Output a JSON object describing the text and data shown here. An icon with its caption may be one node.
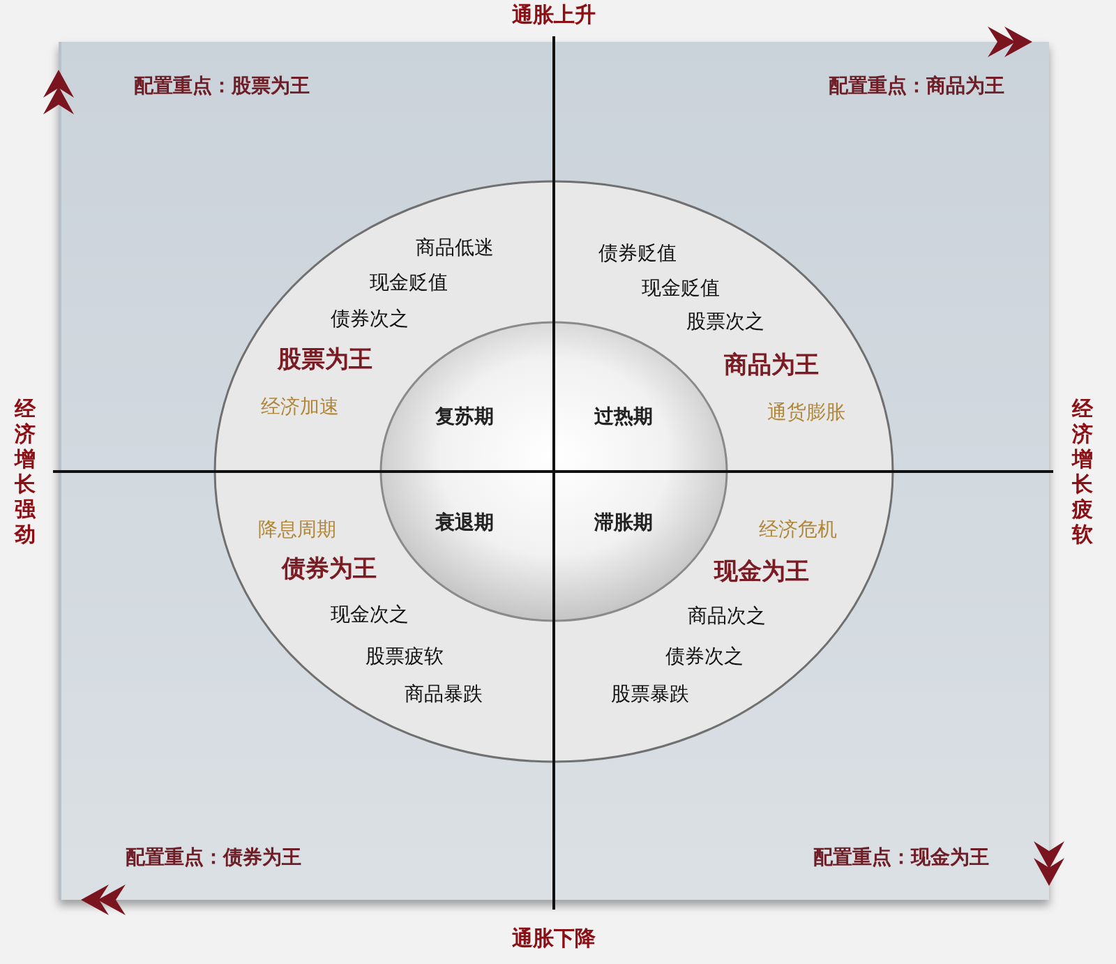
{
  "diagram": {
    "nodes": [
      {
        "text": [
          "配置重点：股票为王",
          "配置重点：商品为王",
          "配置重点：债券为王",
          "配置重点：现金为王"
        ]
      },
      {
        "text": [
          "商品低迷",
          "现金贬值",
          "债券次之",
          "股票为王",
          "经济加速",
          "债券贬值",
          "现金贬值",
          "股票次之",
          "商品为王",
          "通货膨胀",
          "降息周期",
          "债券为王",
          "现金次之",
          "股票疲软",
          "商品暴跌",
          "经济危机",
          "现金为王",
          "商品次之",
          "债券次之",
          "股票暴跌"
        ],
        "in": 0
      },
      {
        "text": [
          "复苏期",
          "过热期",
          "衰退期",
          "滞胀期"
        ],
        "in": 1
      }
    ],
    "labels": [
      "通胀上升",
      "经济增长强劲",
      "经济增长疲软",
      "通胀下降"
    ]
  }
}
